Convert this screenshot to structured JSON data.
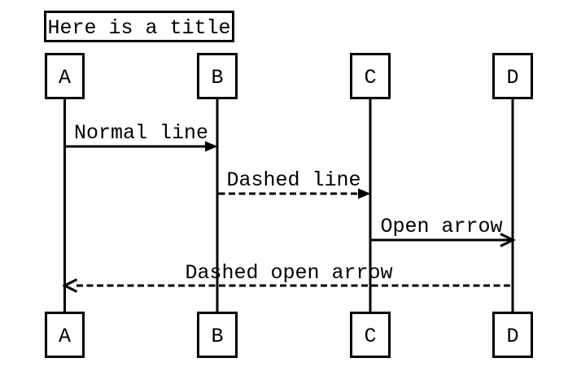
{
  "title": {
    "text": "Here is a title"
  },
  "actors": [
    {
      "name": "A"
    },
    {
      "name": "B"
    },
    {
      "name": "C"
    },
    {
      "name": "D"
    }
  ],
  "messages": [
    {
      "label": "Normal line",
      "from": "A",
      "to": "B",
      "line_style": "solid",
      "arrowhead": "filled"
    },
    {
      "label": "Dashed line",
      "from": "B",
      "to": "C",
      "line_style": "dashed",
      "arrowhead": "filled"
    },
    {
      "label": "Open arrow",
      "from": "C",
      "to": "D",
      "line_style": "solid",
      "arrowhead": "open"
    },
    {
      "label": "Dashed open arrow",
      "from": "D",
      "to": "A",
      "line_style": "dashed",
      "arrowhead": "open"
    }
  ],
  "colors": {
    "ink": "#000000",
    "background": "#ffffff"
  }
}
